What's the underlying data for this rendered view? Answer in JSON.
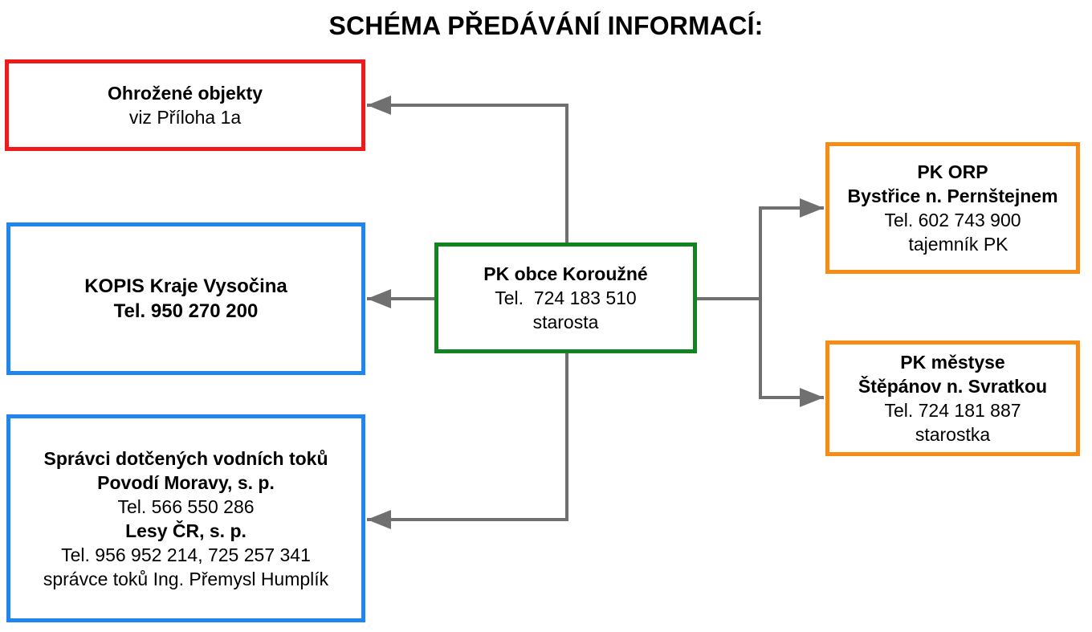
{
  "title": "SCHÉMA PŘEDÁVÁNÍ INFORMACÍ:",
  "colors": {
    "danger_red": "#ef1b1b",
    "info_blue": "#1f86f0",
    "center_green": "#12841f",
    "authority_orange": "#f68b16",
    "connector_gray": "#707070"
  },
  "nodes": {
    "ohrozene": {
      "heading": "Ohrožené objekty",
      "line1": "viz Příloha 1a"
    },
    "kopis": {
      "heading": "KOPIS Kraje Vysočina",
      "phone": "Tel. 950 270 200"
    },
    "spravci": {
      "heading": "Správci dotčených vodních toků",
      "org1": "Povodí Moravy, s. p.",
      "phone1": "Tel. 566 550 286",
      "org2": "Lesy ČR, s. p.",
      "phone2": "Tel. 956 952 214, 725 257 341",
      "contact": "správce toků Ing. Přemysl Humplík"
    },
    "center": {
      "heading": "PK obce Koroužné",
      "phone": "Tel.  724 183 510",
      "role": "starosta"
    },
    "orp": {
      "heading": "PK ORP",
      "place": "Bystřice n. Pernštejnem",
      "phone": "Tel. 602 743 900",
      "role": "tajemník PK"
    },
    "mestys": {
      "heading": "PK městyse",
      "place": "Štěpánov n. Svratkou",
      "phone": "Tel. 724 181 887",
      "role": "starostka"
    }
  }
}
